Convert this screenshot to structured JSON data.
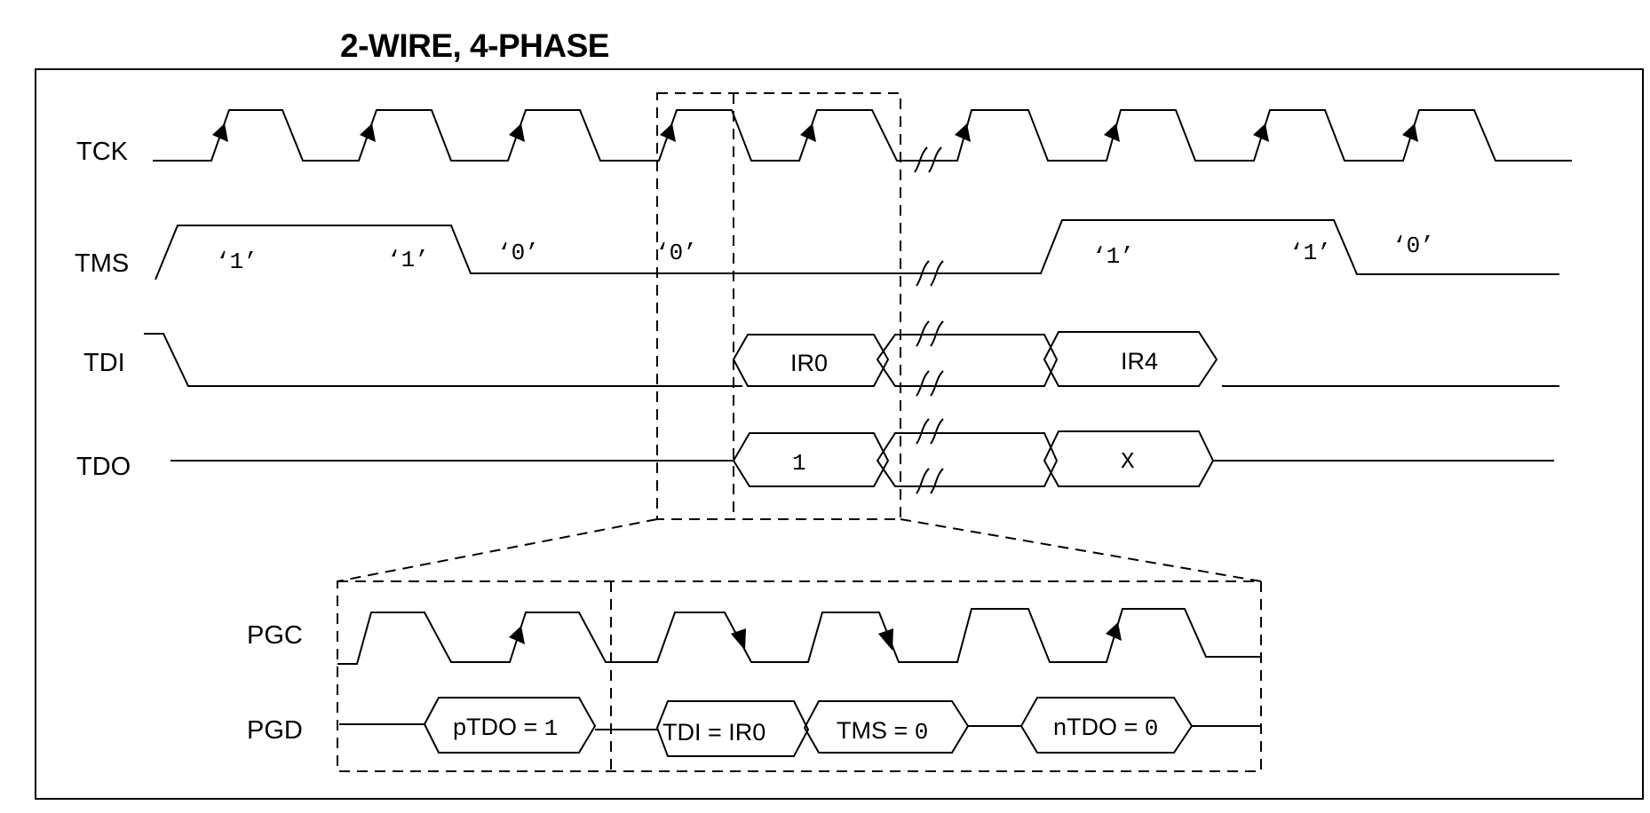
{
  "title": "2-WIRE, 4-PHASE",
  "signals": {
    "tck": "TCK",
    "tms": "TMS",
    "tdi": "TDI",
    "tdo": "TDO",
    "pgc": "PGC",
    "pgd": "PGD"
  },
  "tms_values": [
    "‘1’",
    "‘1’",
    "‘0’",
    "‘0’",
    "‘1’",
    "‘1’",
    "‘0’"
  ],
  "tdi_values": {
    "ir0": "IR0",
    "ir4": "IR4"
  },
  "tdo_values": {
    "first": "1",
    "second": "X"
  },
  "pgd_values": {
    "ptdo_label": "pTDO = ",
    "ptdo_value": "1",
    "tdi": "TDI = IR0",
    "tms_label": "TMS = ",
    "tms_value": "0",
    "ntdo_label": "nTDO = ",
    "ntdo_value": "0"
  }
}
